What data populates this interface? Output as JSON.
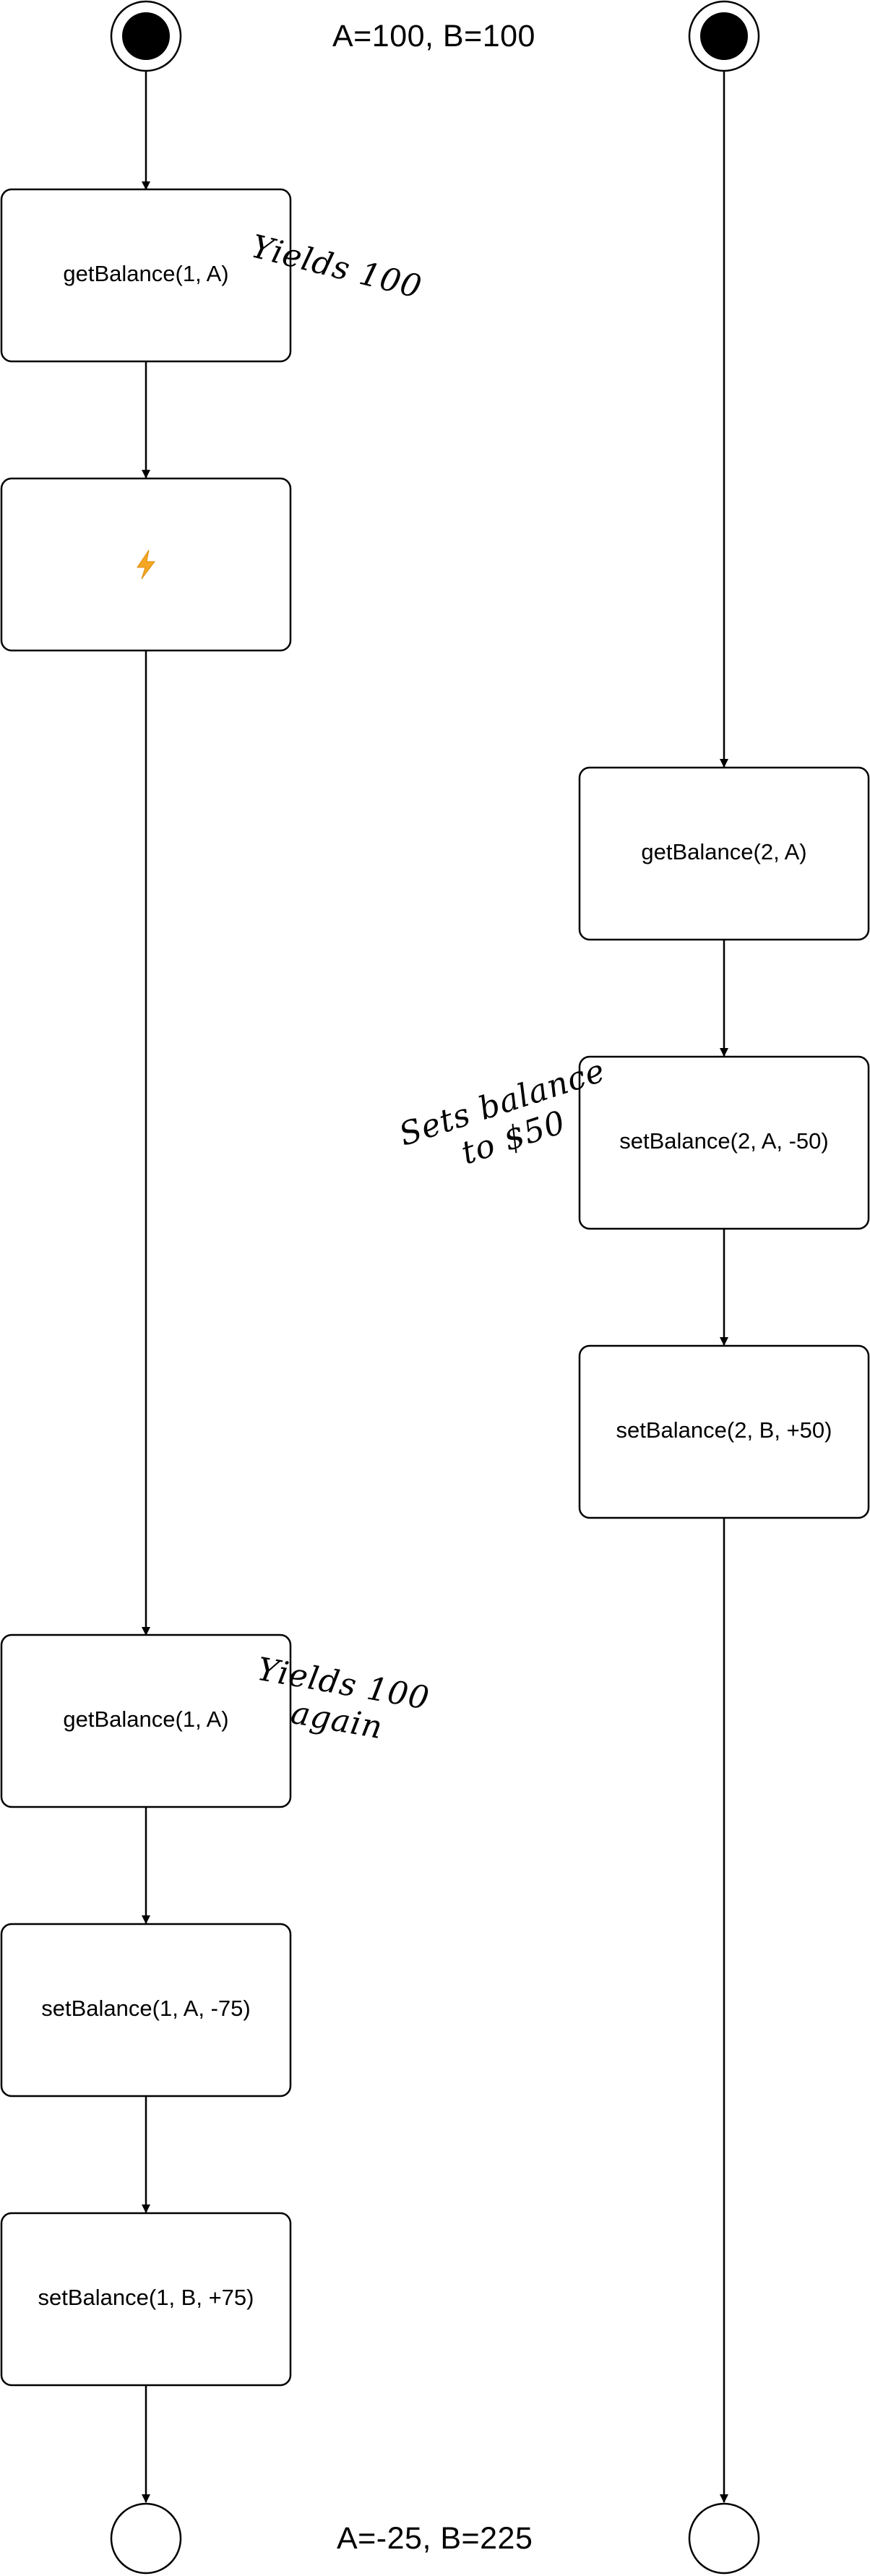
{
  "state_labels": {
    "start": "A=100, B=100",
    "end": "A=-25, B=225"
  },
  "annotations": {
    "yields_100": "Yields 100",
    "sets_balance_line1": "Sets balance",
    "sets_balance_line2": "to $50",
    "yields_100_again_line1": "Yields 100",
    "yields_100_again_line2": "again"
  },
  "thread1": {
    "steps": [
      {
        "label": "getBalance(1, A)"
      },
      {
        "label": "",
        "icon": "lightning-icon"
      },
      {
        "label": "getBalance(1, A)"
      },
      {
        "label": "setBalance(1, A, -75)"
      },
      {
        "label": "setBalance(1, B, +75)"
      }
    ]
  },
  "thread2": {
    "steps": [
      {
        "label": "getBalance(2, A)"
      },
      {
        "label": "setBalance(2, A, -50)"
      },
      {
        "label": "setBalance(2, B, +50)"
      }
    ]
  },
  "colors": {
    "stroke": "#000000",
    "fill": "#ffffff",
    "lightning": "#f5a623"
  }
}
